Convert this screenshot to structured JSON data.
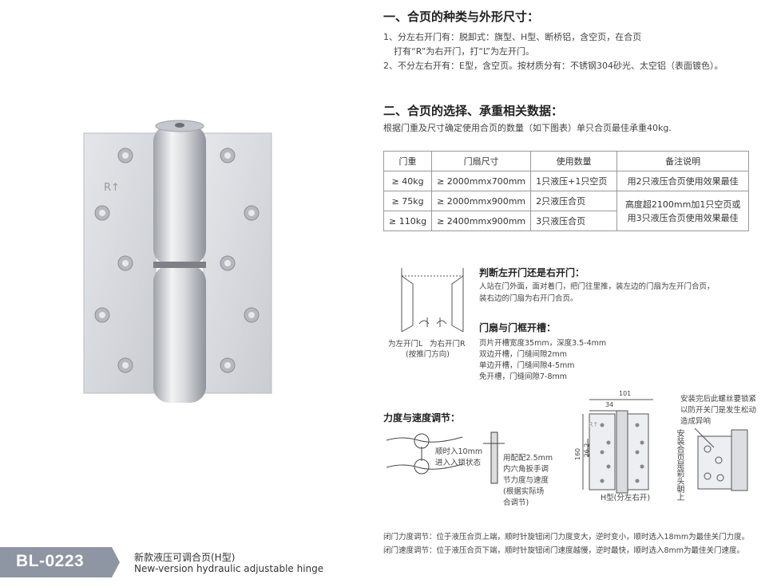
{
  "section1": {
    "title": "一、合页的种类与外形尺寸：",
    "line1": "1、分左右开门有：脱卸式：旗型、H型、断桥铝，含空页，在合页",
    "line2": "打有“R”为右开门，打“L”为左开门。",
    "line3": "2、不分左右开有：E型，含空页。按材质分有：不锈钢304砂光、太空铝（表面镀色）。"
  },
  "section2": {
    "title": "二、合页的选择、承重相关数据：",
    "intro": "根据门重及尺寸确定使用合页的数量（如下图表）单只合页最佳承重40kg."
  },
  "table": {
    "headers": [
      "门重",
      "门扇尺寸",
      "使用数量",
      "备注说明"
    ],
    "rows": [
      [
        "≥ 40kg",
        "≥ 2000mmx700mm",
        "1只液压+1只空页",
        "用2只液压合页使用效果最佳"
      ],
      [
        "≥ 75kg",
        "≥ 2000mmx900mm",
        "2只液压合页",
        "高度超2100mm加1只空页或"
      ],
      [
        "≥ 110kg",
        "≥ 2400mmx900mm",
        "3只液压合页",
        "用3只液压合页使用效果最佳"
      ]
    ]
  },
  "door": {
    "title": "判断左开门还是右开门：",
    "line1": "人站在门外面，面对着门，把门往里推，装左边的门扇为左开门合页，",
    "line2": "装右边的门扇为右开门合页。",
    "left_label": "为左开门L",
    "right_label": "为右开门R",
    "direction_label": "(按推门方向)"
  },
  "slot": {
    "title": "门扇与门框开槽：",
    "lines": [
      "页片开槽宽度35mm，深度3.5-4mm",
      "双边开槽，门缝间隙2mm",
      "单边开槽，门缝间隙4-5mm",
      "免开槽，门缝间隙7-8mm"
    ]
  },
  "adjust": {
    "title": "力度与速度调节：",
    "note1": "顺时入10mm",
    "note2": "进入入锁状态",
    "tool_lines": [
      "用配配2.5mm",
      "内六角扳手调",
      "节力度与速度",
      "(根据实际场",
      "合调节)"
    ]
  },
  "dims": {
    "width": "101",
    "inner": "34",
    "height": "160",
    "mid": "26.2",
    "caption": "H型(分左右开)",
    "mark": "R↑"
  },
  "install": {
    "lines": [
      "安装完后此螺丝要锁紧",
      "以防开关门是发生松动",
      "造成异响"
    ],
    "vertical": "安装合页是箭头朝上"
  },
  "footer_notes": {
    "force": "闭门力度调节：位于液压合页上端，顺时针旋钮闭门力度变大，逆时变小，顺时选入18mm为最佳关门力度。",
    "speed": "闭门速度调节：位于液压合页下端，顺时针旋钮闭门速度越慢，逆时最快，顺时选入8mm为最佳关门速度。"
  },
  "product": {
    "code": "BL-0223",
    "name_cn": "新款液压可调合页(H型)",
    "name_en": "New-version hydraulic adjustable hinge"
  },
  "hinge_mark": "R↑",
  "colors": {
    "tag": "#8e95a3",
    "metal": "#d2d4d8"
  }
}
